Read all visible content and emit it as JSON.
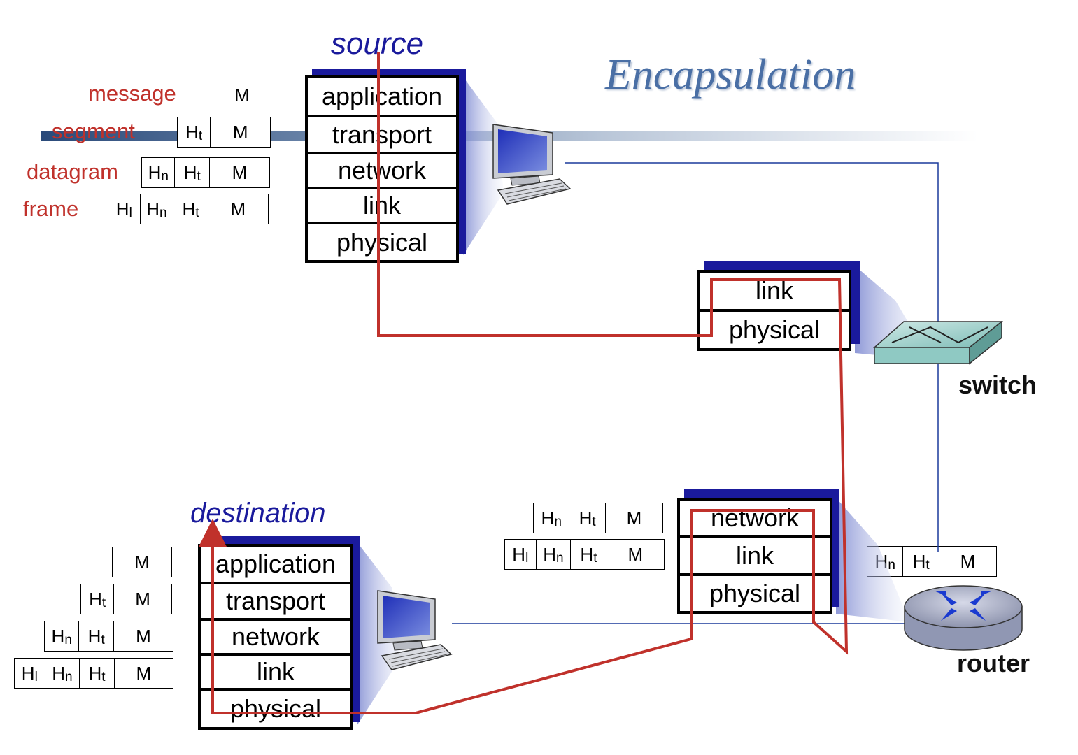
{
  "title": "Encapsulation",
  "source_label": "source",
  "destination_label": "destination",
  "switch_label": "switch",
  "router_label": "router",
  "pdu_names": {
    "message": "message",
    "segment": "segment",
    "datagram": "datagram",
    "frame": "frame"
  },
  "source_stack": [
    "application",
    "transport",
    "network",
    "link",
    "physical"
  ],
  "switch_stack": [
    "link",
    "physical"
  ],
  "router_stack": [
    "network",
    "link",
    "physical"
  ],
  "destination_stack": [
    "application",
    "transport",
    "network",
    "link",
    "physical"
  ],
  "headers": {
    "H": "H",
    "t": "t",
    "n": "n",
    "l": "l",
    "M": "M"
  },
  "colors": {
    "path": "#c0312b",
    "stack_shadow": "#1a1a9c",
    "title": "#4a6fa5",
    "host_label": "#1a1a9c",
    "wire": "#1a3a9c"
  }
}
